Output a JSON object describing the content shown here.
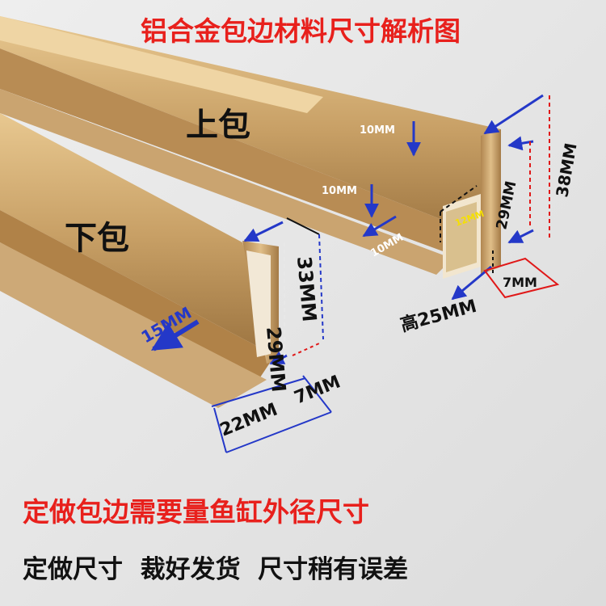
{
  "title": "铝合金包边材料尺寸解析图",
  "labels": {
    "upper": "上包",
    "lower": "下包"
  },
  "upper_dims": {
    "d1": "10MM",
    "d2": "10MM",
    "d3": "10MM",
    "d4": "12MM",
    "d5": "29MM",
    "d6": "38MM",
    "d7": "7MM",
    "d8": "高25MM"
  },
  "lower_dims": {
    "d1": "15MM",
    "d2": "29MM",
    "d3": "33MM",
    "d4": "7MM",
    "d5": "22MM"
  },
  "notice": "定做包边需要量鱼缸外径尺寸",
  "footer": "定做尺寸  裁好发货  尺寸稍有误差",
  "colors": {
    "title": "#e8201c",
    "notice": "#e8201c",
    "footer": "#111111",
    "arrow_blue": "#2438c8",
    "dash_red": "#e01818",
    "gold": "#c8a066"
  }
}
